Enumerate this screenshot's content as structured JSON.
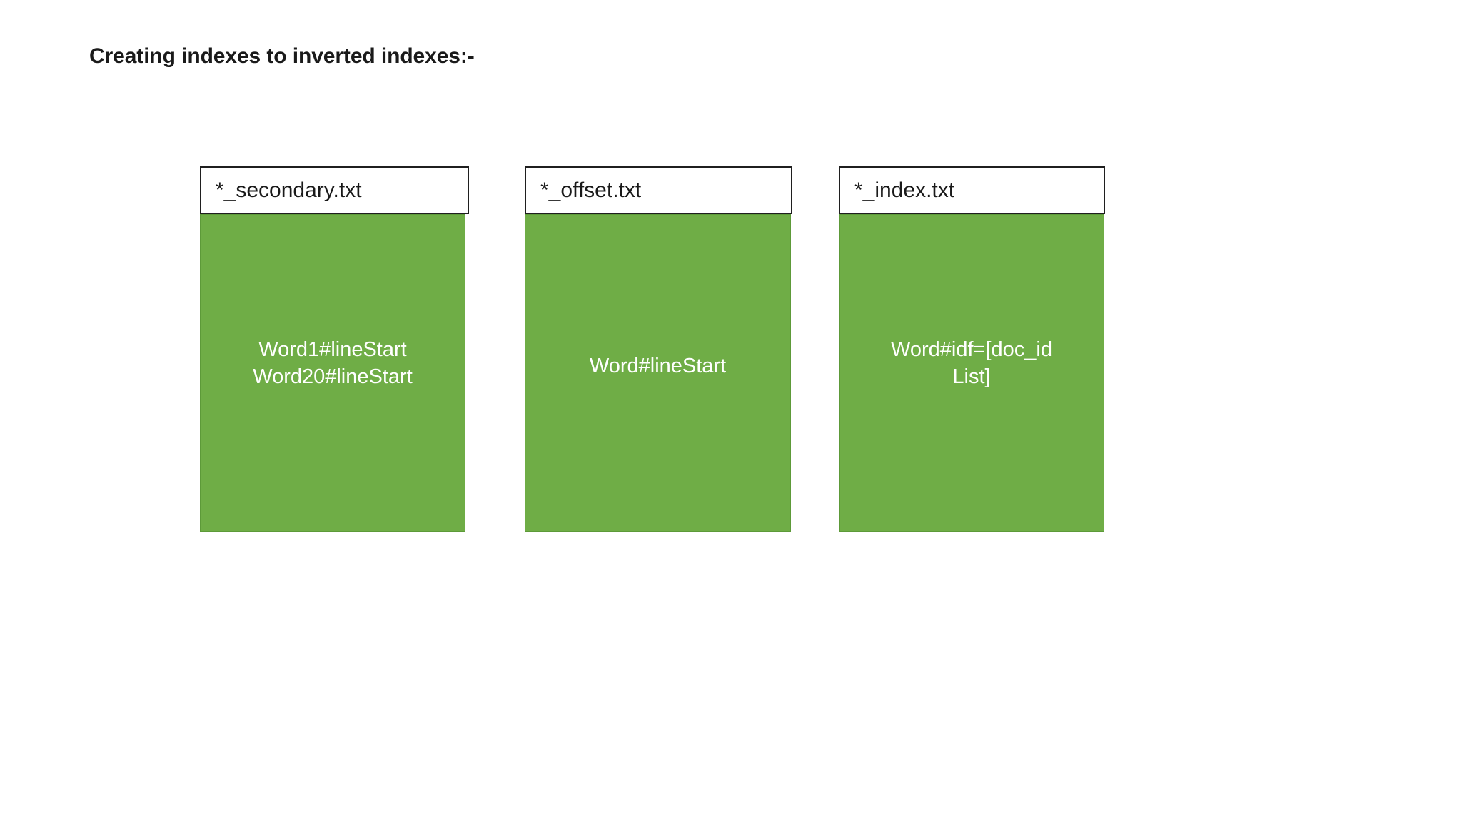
{
  "slide": {
    "title": "Creating indexes to inverted indexes:-",
    "background_color": "#ffffff",
    "accent_color": "#6FAD46",
    "body_text_color": "#ffffff",
    "title_color": "#1a1a1a"
  },
  "boxes": [
    {
      "header": "*_secondary.txt",
      "lines": [
        "Word1#lineStart",
        "Word20#lineStart"
      ],
      "body_text": "Word1#lineStart\nWord20#lineStart"
    },
    {
      "header": "*_offset.txt",
      "lines": [
        "Word#lineStart"
      ],
      "body_text": "Word#lineStart"
    },
    {
      "header": "*_index.txt",
      "lines": [
        "Word#idf=[doc_id",
        "List]"
      ],
      "body_text": "Word#idf=[doc_id List]"
    }
  ]
}
